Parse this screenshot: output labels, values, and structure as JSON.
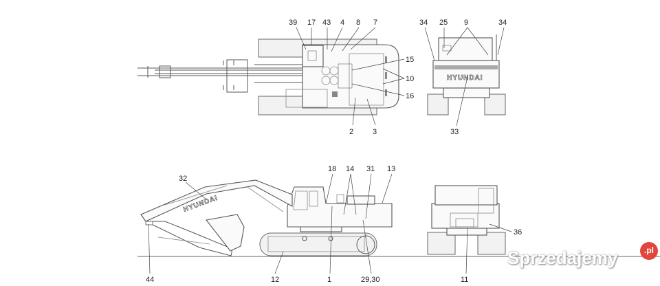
{
  "top_view": {
    "labels": [
      "39",
      "17",
      "43",
      "4",
      "8",
      "7",
      "15",
      "10",
      "16",
      "2",
      "3"
    ]
  },
  "rear_top_view": {
    "labels": [
      "34",
      "25",
      "9",
      "34",
      "33"
    ],
    "brand": "HYUNDAI"
  },
  "side_view": {
    "labels": [
      "32",
      "18",
      "14",
      "31",
      "13",
      "44",
      "12",
      "1",
      "29,30"
    ],
    "brand": "HYUNDAI"
  },
  "rear_side_view": {
    "labels": [
      "36",
      "11"
    ]
  },
  "watermark": {
    "text": "Sprzedajemy",
    "badge": ".pl",
    "badge_color": "#e2453c"
  }
}
